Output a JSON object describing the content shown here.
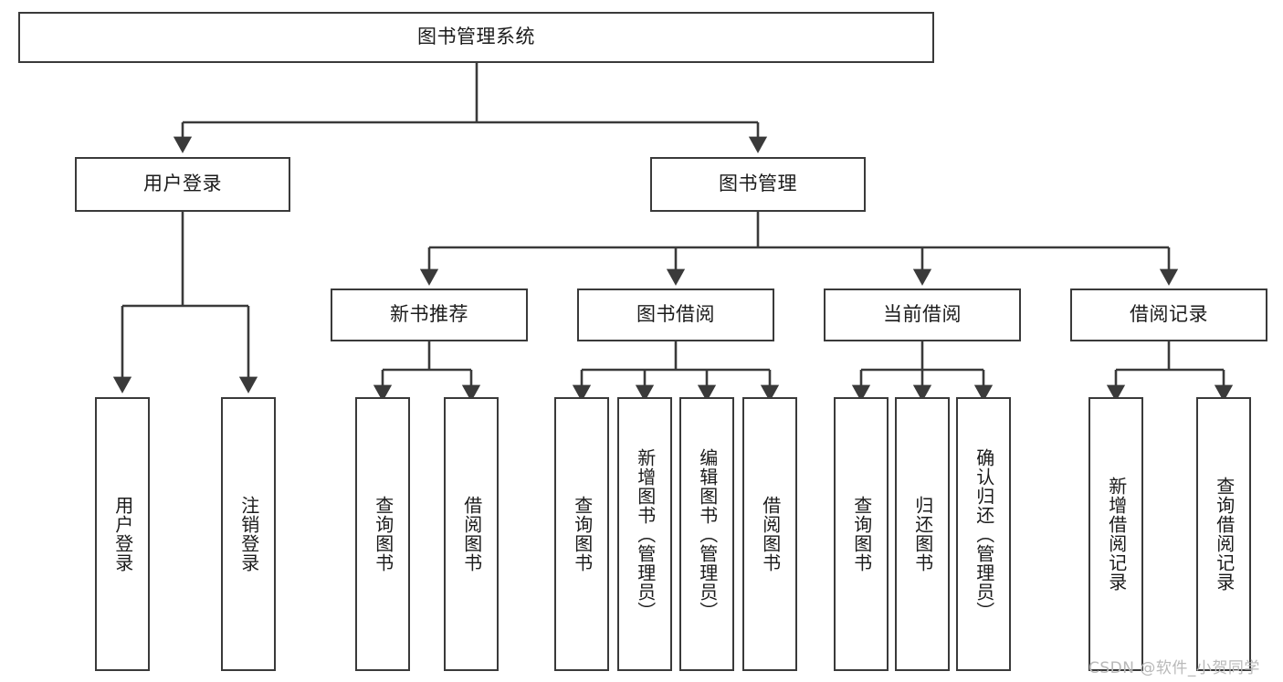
{
  "diagram": {
    "title": "图书管理系统",
    "watermark": "CSDN @软件_小贺同学",
    "stroke_color": "#3a3a3a",
    "fill_color": "#ffffff",
    "text_color": "#1b1b1b",
    "watermark_color": "#b9b9b9"
  },
  "root": {
    "label": "图书管理系统"
  },
  "level2": [
    {
      "label": "用户登录"
    },
    {
      "label": "图书管理"
    }
  ],
  "level3": [
    {
      "label": "新书推荐"
    },
    {
      "label": "图书借阅"
    },
    {
      "label": "当前借阅"
    },
    {
      "label": "借阅记录"
    }
  ],
  "leaves": {
    "user_login": [
      {
        "label": "用户登录"
      },
      {
        "label": "注销登录"
      }
    ],
    "new_book_recommend": [
      {
        "label": "查询图书"
      },
      {
        "label": "借阅图书"
      }
    ],
    "book_borrow": [
      {
        "label": "查询图书"
      },
      {
        "label": "新增图书（管理员）"
      },
      {
        "label": "编辑图书（管理员）"
      },
      {
        "label": "借阅图书"
      }
    ],
    "current_borrow": [
      {
        "label": "查询图书"
      },
      {
        "label": "归还图书"
      },
      {
        "label": "确认归还（管理员）"
      }
    ],
    "borrow_record": [
      {
        "label": "新增借阅记录"
      },
      {
        "label": "查询借阅记录"
      }
    ]
  }
}
